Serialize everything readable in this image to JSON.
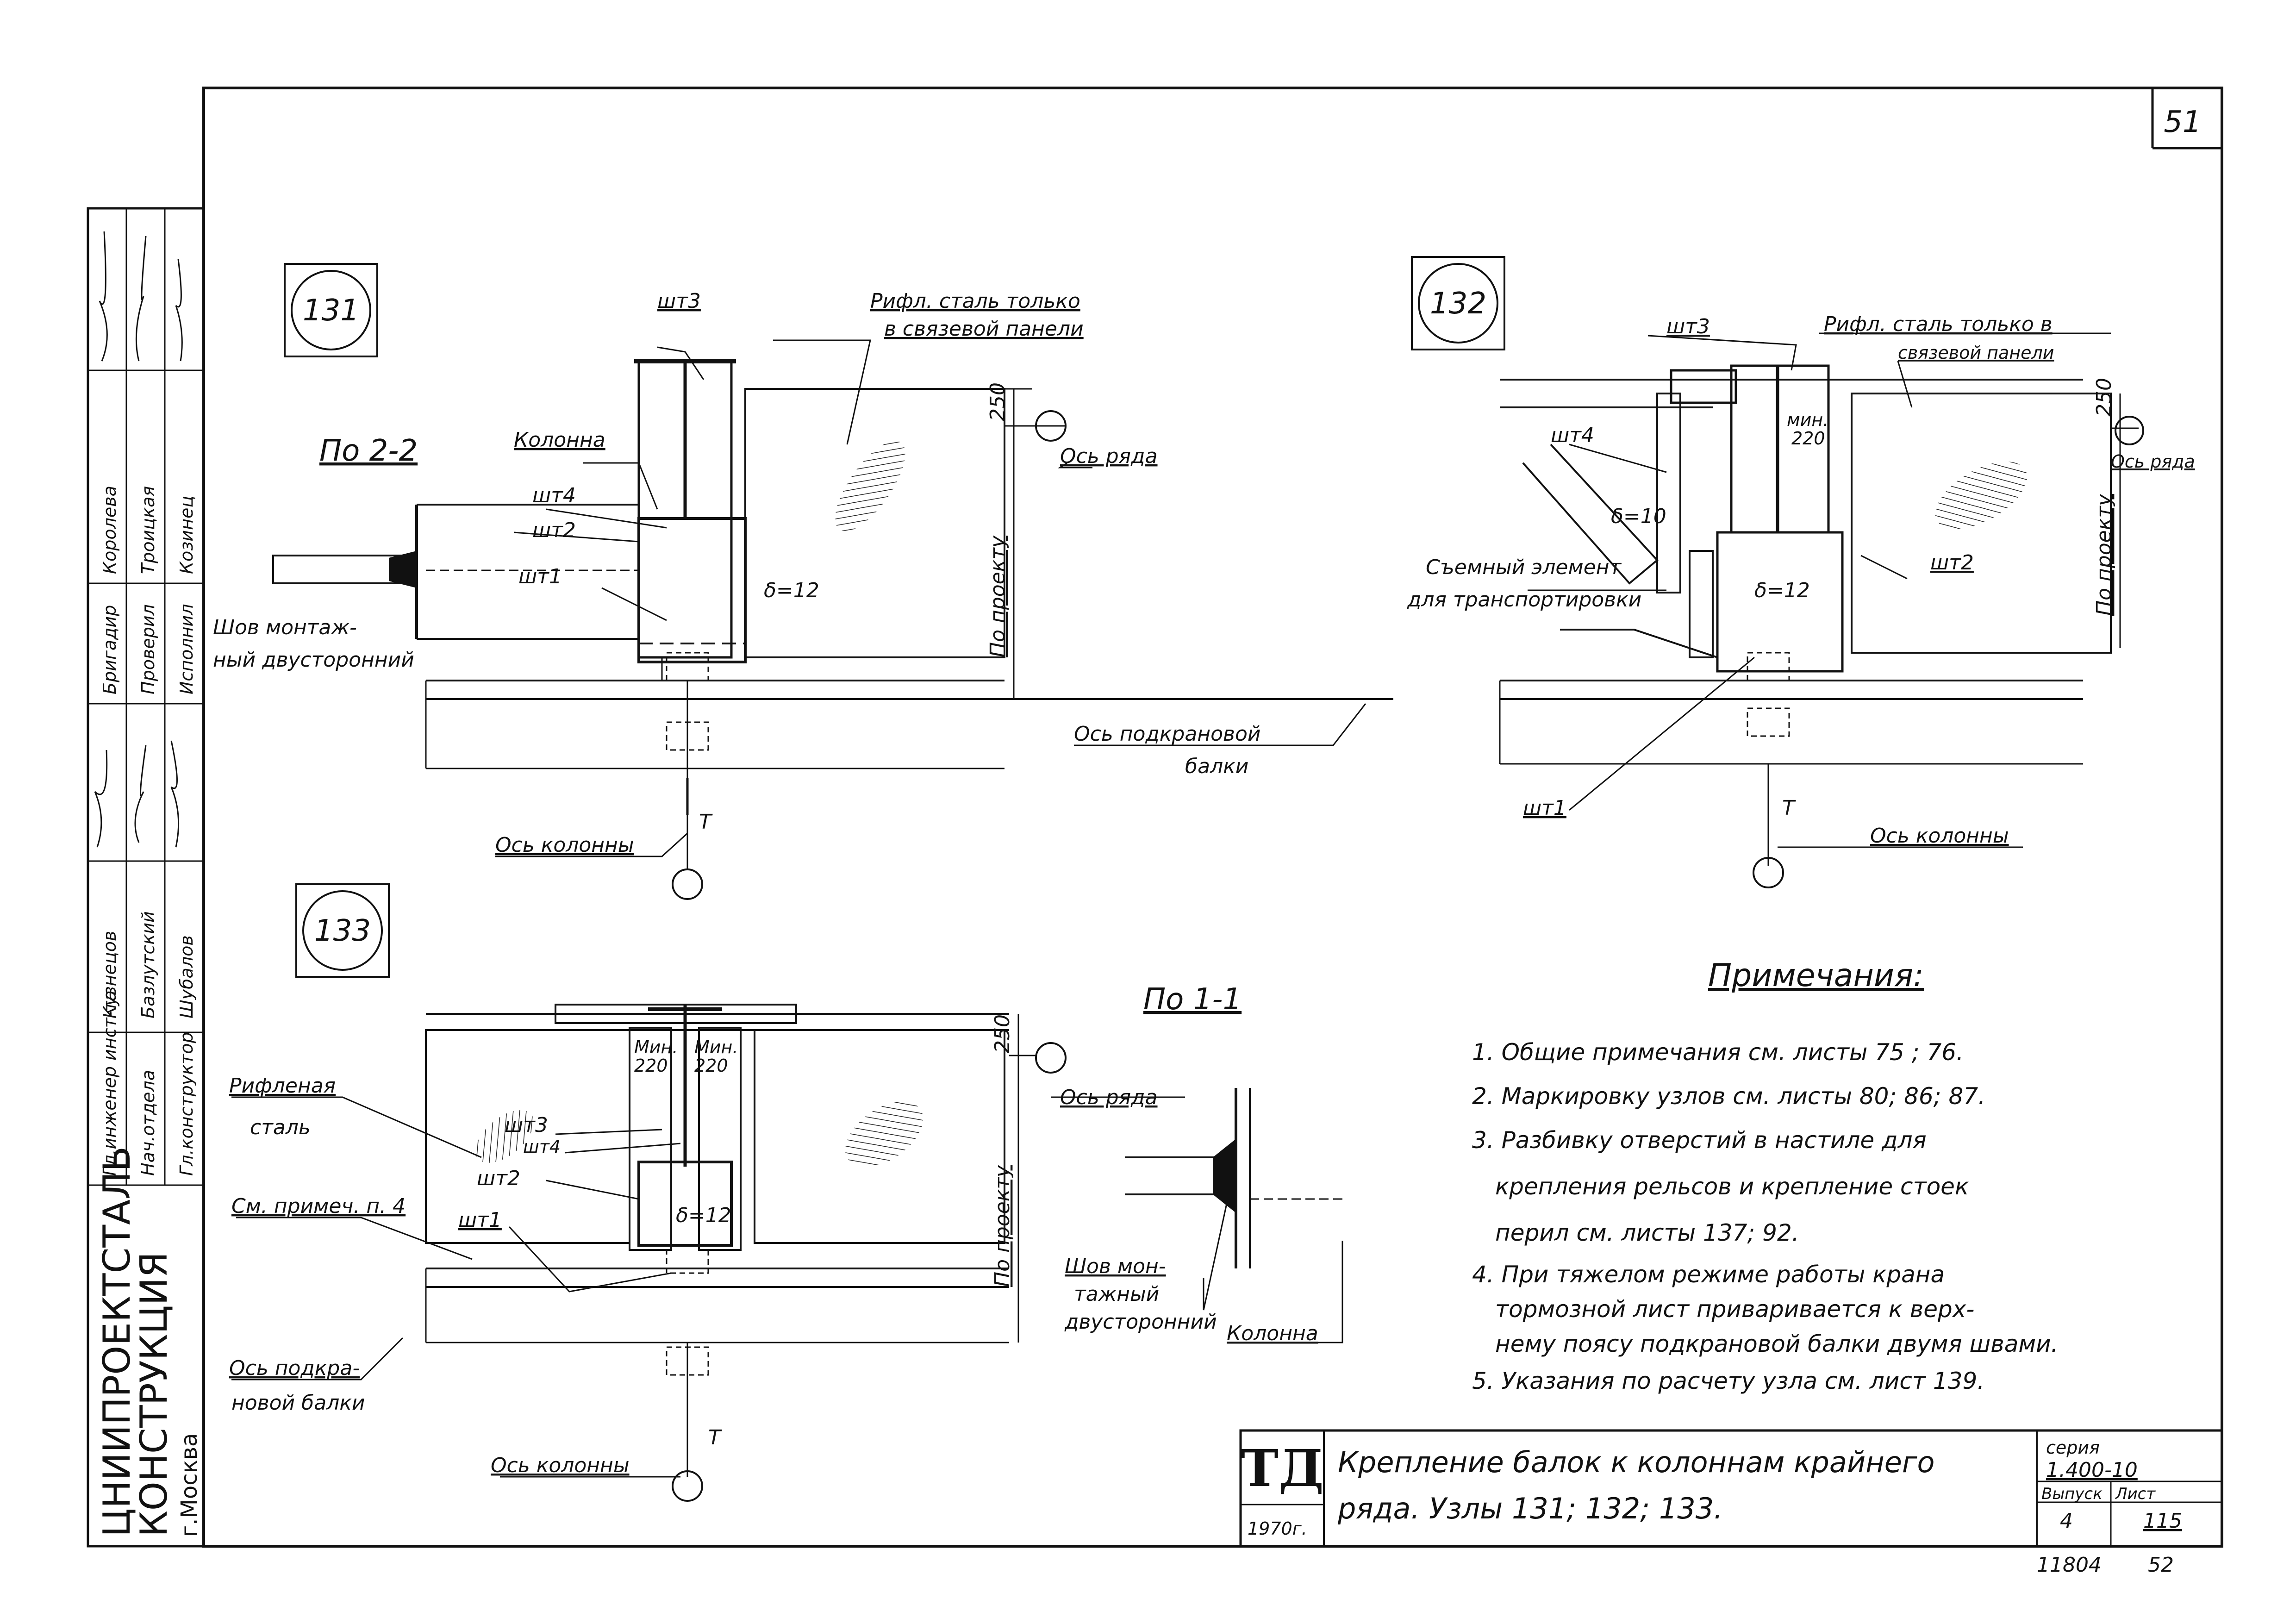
{
  "sheet": {
    "number": "51"
  },
  "stamp": {
    "org_line1": "ЦНИИПРОЕКТСТАЛЬ",
    "org_line2": "КОНСТРУКЦИЯ",
    "city": "г.Москва",
    "rows": [
      {
        "role": "Гл.инженер инст-та",
        "name": "Кузнецов"
      },
      {
        "role": "Нач.отдела",
        "name": "Базлутский"
      },
      {
        "role": "Гл.конструктор",
        "name": "Шубалов"
      },
      {
        "role": "Бригадир",
        "name": "Королева"
      },
      {
        "role": "Проверил",
        "name": "Троицкая"
      },
      {
        "role": "Исполнил",
        "name": "Козинец"
      }
    ]
  },
  "node131": {
    "id": "131",
    "section": "По 2-2",
    "labels": {
      "rifl": "Рифл. сталь только",
      "rifl2": "в связевой панели",
      "kolonna": "Колонна",
      "sht3": "шт3",
      "sht4": "шт4",
      "sht2": "шт2",
      "sht1": "шт1",
      "delta": "δ=12",
      "dim250": "250",
      "po_proektu": "По проекту",
      "os_ryada": "Ось ряда",
      "shov1": "Шов монтаж-",
      "shov2": "ный двусторонний",
      "os_podkr1": "Ось подкрановой",
      "os_podkr2": "балки",
      "os_kol": "Ось колонны",
      "T": "Т"
    }
  },
  "node132": {
    "id": "132",
    "labels": {
      "rifl": "Рифл. сталь только в",
      "rifl2": "связевой панели",
      "sht3": "шт3",
      "sht4": "шт4",
      "sht2": "шт2",
      "sht1": "шт1",
      "min": "мин.",
      "min220": "220",
      "delta10": "δ=10",
      "delta12": "δ=12",
      "semn1": "Съемный элемент",
      "semn2": "для транспортировки",
      "dim250": "250",
      "po_proektu": "По проекту",
      "os_ryada": "Ось ряда",
      "os_kol": "Ось колонны",
      "T": "Т"
    }
  },
  "node133": {
    "id": "133",
    "section": "По 1-1",
    "labels": {
      "rifl1": "Рифленая",
      "rifl2": "сталь",
      "prim": "См. примеч. п. 4",
      "sht3": "шт3",
      "sht4": "шт4",
      "sht2": "шт2",
      "sht1": "шт1",
      "min": "Мин.",
      "min220": "220",
      "delta": "δ=12",
      "dim250": "250",
      "po_proektu": "По проекту",
      "os_ryada": "Ось ряда",
      "os_podkr1": "Ось подкра-",
      "os_podkr2": "новой балки",
      "os_kol": "Ось колонны",
      "T": "Т",
      "shov1": "Шов мон-",
      "shov2": "тажный",
      "shov3": "двусторонний",
      "kolonna": "Колонна"
    }
  },
  "notes": {
    "title": "Примечания:",
    "items": [
      "1. Общие примечания  см.  листы  75 ; 76.",
      "2. Маркировку  узлов  см.  листы  80; 86; 87.",
      "3. Разбивку  отверстий  в  настиле  для",
      "крепления  рельсов  и  крепление  стоек",
      "перил  см.  листы  137; 92.",
      "4. При тяжелом режиме работы крана",
      "тормозной лист приваривается к верх-",
      "нему поясу подкрановой балки двумя швами.",
      "5. Указания по расчету узла  см.  лист  139."
    ]
  },
  "titleblock": {
    "logo": "ТД",
    "year": "1970г.",
    "title1": "Крепление  балок  к  колоннам  крайнего",
    "title2": "ряда.  Узлы  131; 132; 133.",
    "seria_label": "серия",
    "seria": "1.400-10",
    "vypusk_label": "Выпуск",
    "vypusk": "4",
    "list_label": "Лист",
    "list": "115",
    "inv": "11804",
    "page2": "52"
  }
}
